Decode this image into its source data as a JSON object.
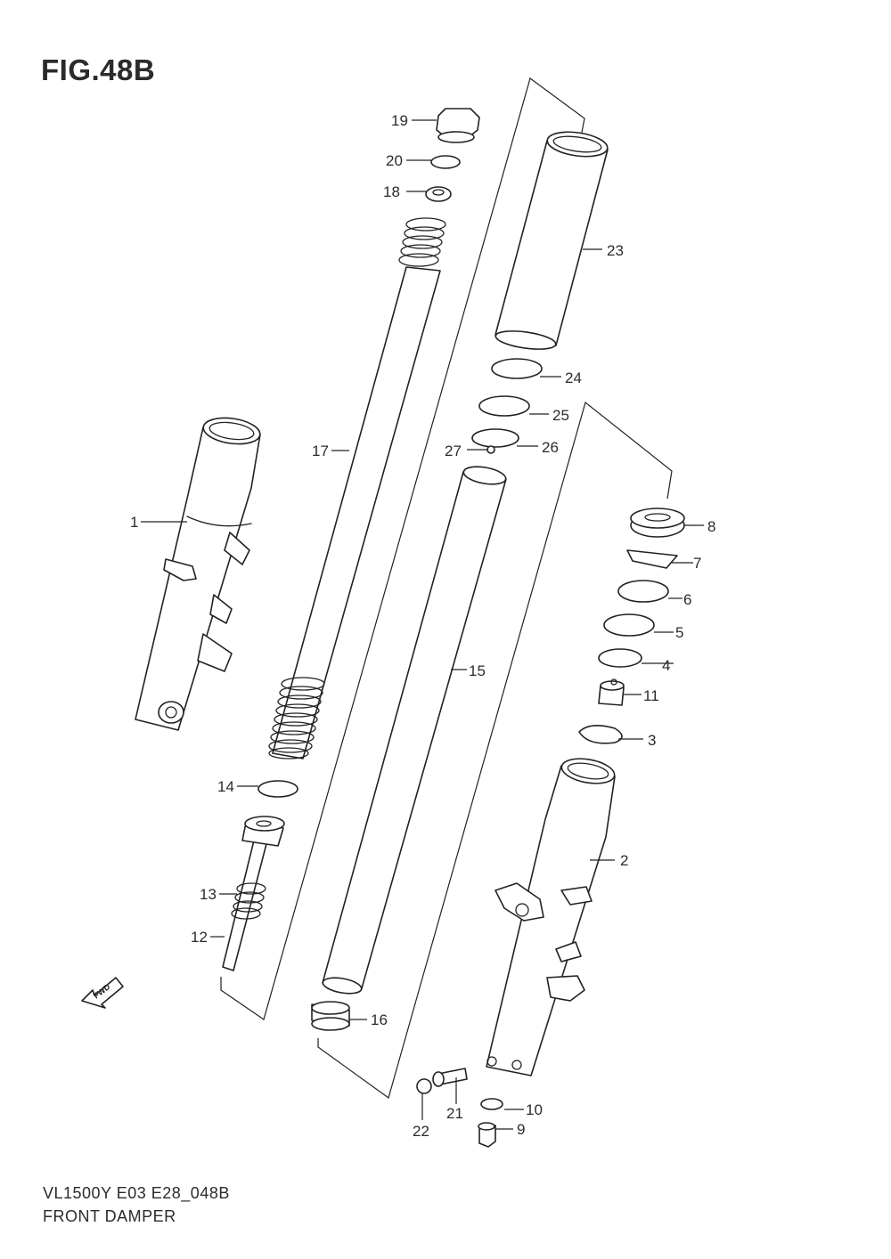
{
  "figure": {
    "title": "FIG.48B",
    "model_code": "VL1500Y E03 E28_048B",
    "section_name": "FRONT DAMPER"
  },
  "direction_marker": {
    "label": "FWD",
    "icon": "forward-arrow-icon"
  },
  "callouts": [
    "1",
    "2",
    "3",
    "4",
    "5",
    "6",
    "7",
    "8",
    "9",
    "10",
    "11",
    "12",
    "13",
    "14",
    "15",
    "16",
    "17",
    "18",
    "19",
    "20",
    "21",
    "22",
    "23",
    "24",
    "25",
    "26",
    "27"
  ],
  "colors": {
    "ink": "#222222",
    "background": "#ffffff"
  }
}
